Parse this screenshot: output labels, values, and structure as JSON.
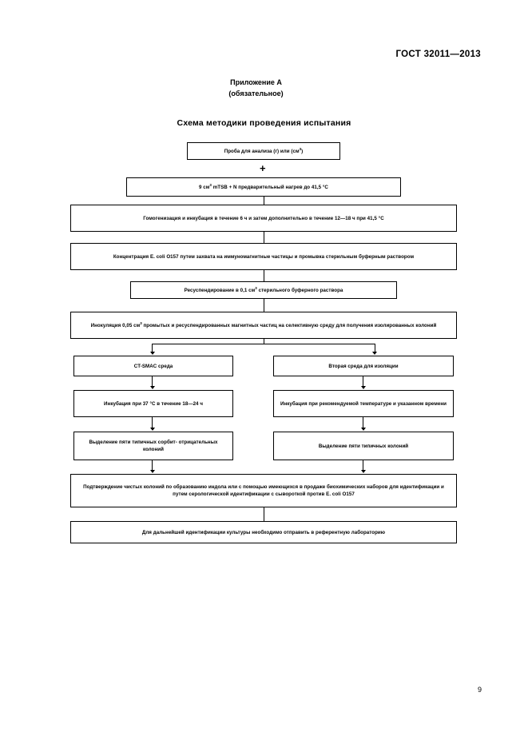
{
  "document": {
    "standard_header": "ГОСТ 32011—2013",
    "page_number": "9"
  },
  "annex": {
    "title": "Приложение А",
    "subtitle": "(обязательное)"
  },
  "scheme": {
    "title": "Схема методики проведения испытания",
    "plus_connector": "+",
    "nodes": {
      "sample": "Проба для анализа (г) или (см",
      "sample_sup": "3",
      "sample_tail": ")",
      "mtsb_pre": "9 см",
      "mtsb_sup": "3",
      "mtsb_post": " mTSB + N предварительный нагрев до 41,5 °C",
      "homogenization_line1": "Гомогенизация и инкубация в течение 6 ч и затем дополнительно в течение 12—18 ч",
      "homogenization_line2": "при 41,5 °C",
      "concentration_line1": "Концентрация E. coli O157 путем захвата на иммуномагнитные частицы и промывка стерильным",
      "concentration_line2": "буферным раствором",
      "resuspension_pre": "Ресуспендирование в 0,1 см",
      "resuspension_sup": "3",
      "resuspension_post": " стерильного буферного раствора",
      "inoculation_pre": "Инокуляция 0,05 см",
      "inoculation_sup": "3",
      "inoculation_post": " промытых и ресуспендированных магнитных частиц на селективную",
      "inoculation_line2": "среду для получения изолированных колоний",
      "medium_left": "CT-SMAC среда",
      "medium_right": "Вторая среда для изоляции",
      "incubation_left_line1": "Инкубация при 37 °C в течение",
      "incubation_left_line2": "18—24 ч",
      "incubation_right_line1": "Инкубация при рекомендуемой",
      "incubation_right_line2": "температуре и указанном времени",
      "isolation_left_line1": "Выделение пяти типичных сорбит-",
      "isolation_left_line2": "отрицательных колоний",
      "isolation_right": "Выделение пяти типичных колоний",
      "confirmation_line1": "Подтверждение чистых колоний по образованию индола или с помощью имеющихся в продаже",
      "confirmation_line2": "биохимических наборов для идентификации и путем серологической идентификации",
      "confirmation_line3": "с сывороткой против E. coli O157",
      "reference_lab": "Для дальнейшей идентификации культуры необходимо отправить в референтную лабораторию"
    }
  }
}
